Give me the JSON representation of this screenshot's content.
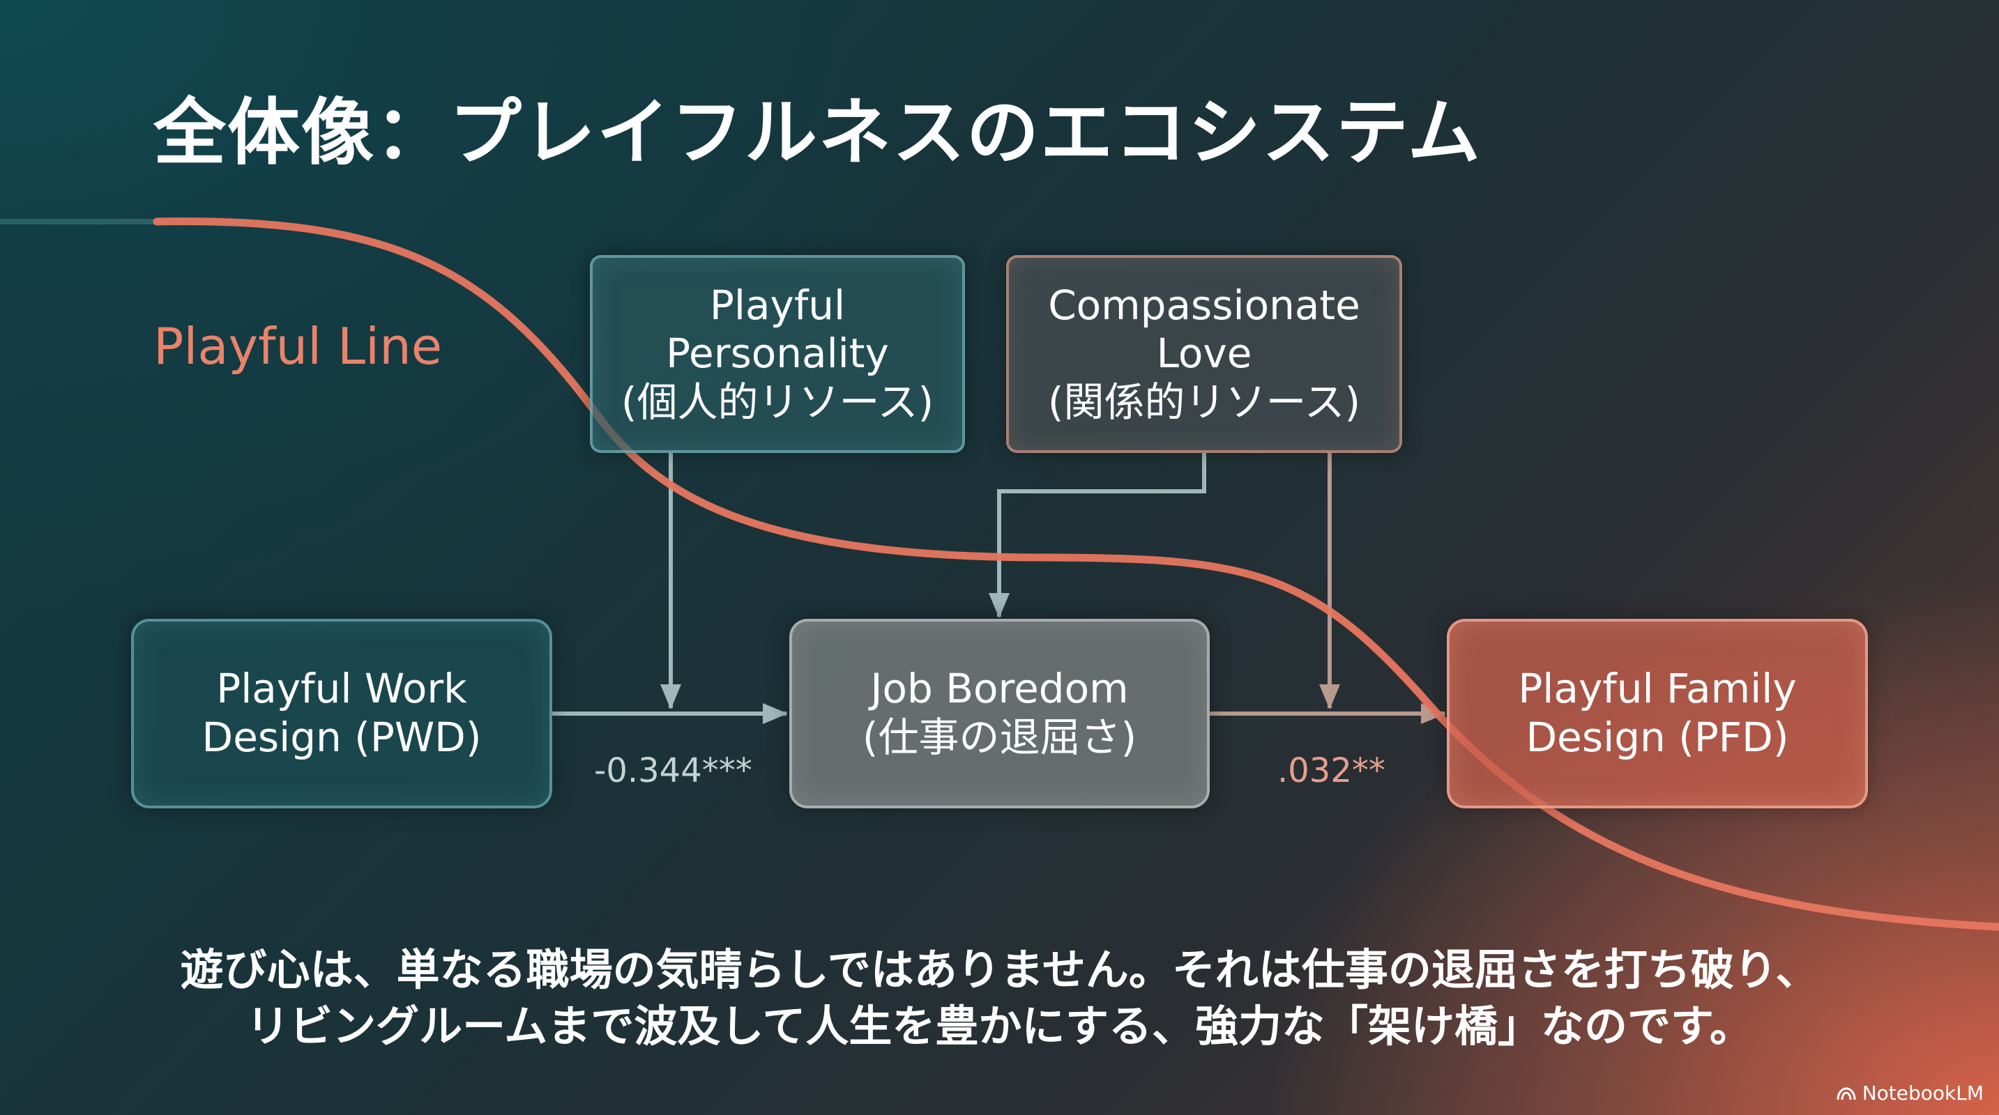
{
  "title": "全体像：プレイフルネスのエコシステム",
  "line_label": "Playful Line",
  "nodes": {
    "pwd": {
      "line1": "Playful Work",
      "line2": "Design (PWD)"
    },
    "boredom": {
      "line1": "Job Boredom",
      "line2": "(仕事の退屈さ)"
    },
    "pfd": {
      "line1": "Playful Family",
      "line2": "Design (PFD)"
    },
    "personality": {
      "line1": "Playful",
      "line2": "Personality",
      "line3": "(個人的リソース)"
    },
    "love": {
      "line1": "Compassionate",
      "line2": "Love",
      "line3": "(関係的リソース)"
    }
  },
  "coefficients": {
    "pwd_to_boredom": "-0.344***",
    "boredom_to_pfd": ".032**"
  },
  "caption": {
    "line1": "遊び心は、単なる職場の気晴らしではありません。それは仕事の退屈さを打ち破り、",
    "line2": "リビングルームまで波及して人生を豊かにする、強力な「架け橋」なのです。"
  },
  "brand": "NotebookLM",
  "colors": {
    "accent_coral": "#e9836a",
    "connector": "#9fb8b8",
    "teal_box": "#1c4e54",
    "coral_box": "#c85f4b"
  }
}
